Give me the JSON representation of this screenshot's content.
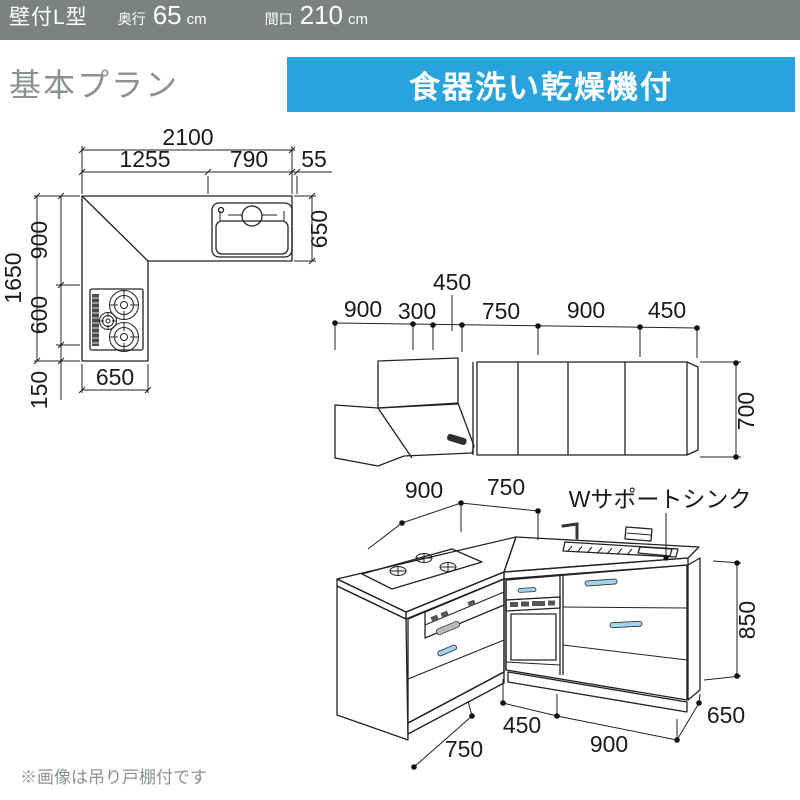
{
  "header": {
    "type_label": "壁付L型",
    "depth_label": "奥行",
    "depth_value": "65",
    "depth_unit": "cm",
    "width_label": "間口",
    "width_value": "210",
    "width_unit": "cm"
  },
  "titles": {
    "plan_title": "基本プラン",
    "feature_badge": "食器洗い乾燥機付"
  },
  "footnote": {
    "text": "※画像は吊り戸棚付です"
  },
  "colors": {
    "header_bg": "#7d8182",
    "badge_bg": "#29a3dc",
    "cabinet_blue": "#b9e3f6",
    "panel_gray": "#e8e8e6",
    "text_gray": "#8b9193",
    "line": "#222222"
  },
  "plan": {
    "total_width": "2100",
    "span_left": "1255",
    "span_right": "790",
    "span_wall": "55",
    "depth": "650",
    "total_depth": "1650",
    "back_section": "900",
    "cooktop_section": "600",
    "end_section": "150",
    "leg_width": "650"
  },
  "elevation": {
    "hood_width": "900",
    "filler_width": "300",
    "corner_width": "450",
    "door1_width": "750",
    "door2_width": "900",
    "door3_width": "450",
    "cabinet_height": "700"
  },
  "perspective": {
    "back_left": "900",
    "back_right": "750",
    "sink_label": "Wサポートシンク",
    "counter_height": "850",
    "front_left": "450",
    "front_right": "900",
    "left_depth": "750",
    "right_depth": "650"
  }
}
